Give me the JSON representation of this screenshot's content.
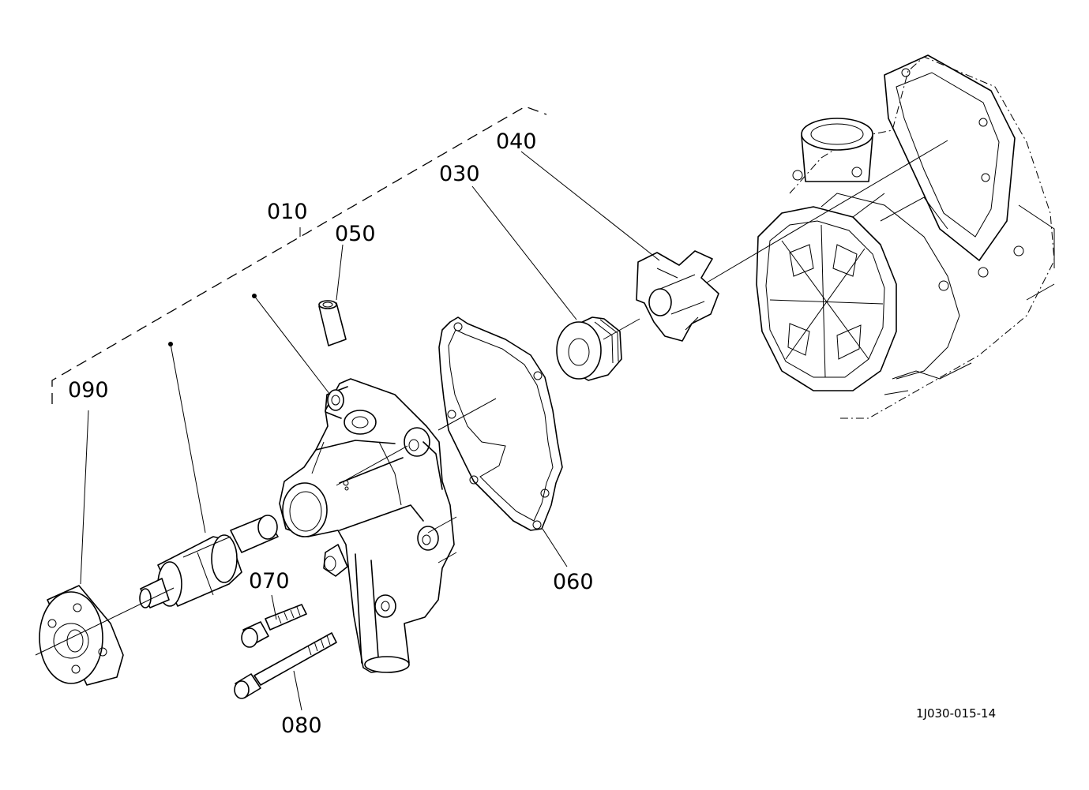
{
  "diagram": {
    "callouts": {
      "p010": "010",
      "p030": "030",
      "p040": "040",
      "p050": "050",
      "p060": "060",
      "p070": "070",
      "p080": "080",
      "p090": "090"
    },
    "drawing_code": "1J030-015-14"
  }
}
